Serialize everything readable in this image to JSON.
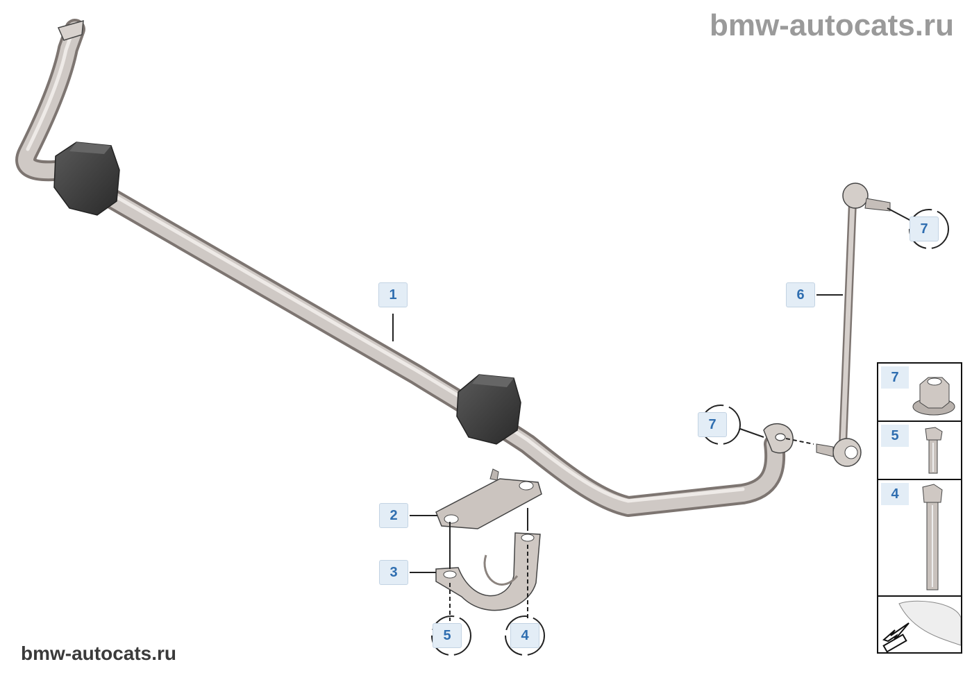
{
  "watermark": {
    "top": "bmw-autocats.ru",
    "bottom": "bmw-autocats.ru"
  },
  "callouts": {
    "c1": "1",
    "c2": "2",
    "c3": "3",
    "c4": "4",
    "c5": "5",
    "c6": "6",
    "c7a": "7",
    "c7b": "7"
  },
  "side_panel": {
    "items": [
      "7",
      "5",
      "4"
    ]
  },
  "colors": {
    "metal": "#c9c3bf",
    "metal_dark": "#8f8783",
    "rubber": "#3c3c3c",
    "callout_bg": "#e3edf6",
    "callout_text": "#2f6eb0"
  },
  "icons": {
    "panel_bottom": "front-direction-arrow-icon"
  }
}
